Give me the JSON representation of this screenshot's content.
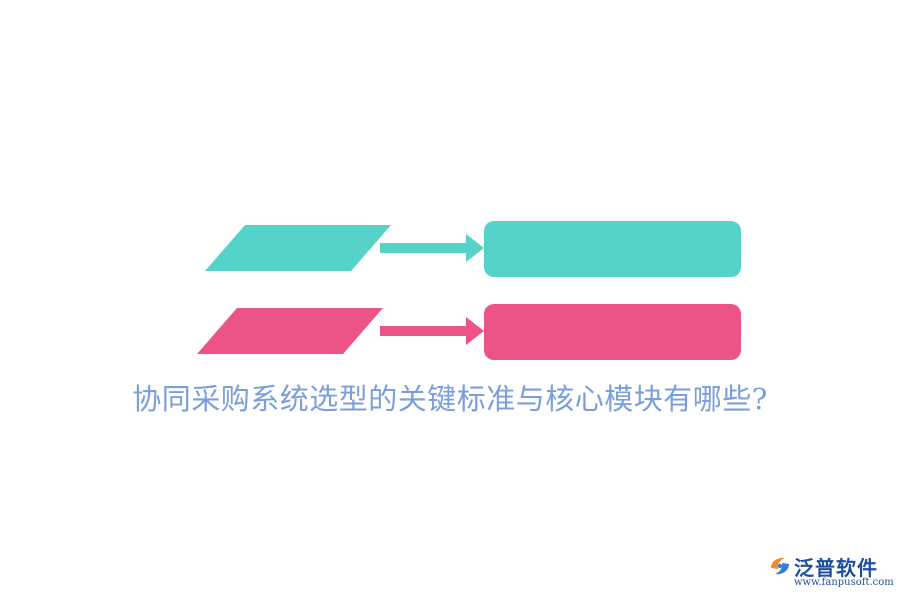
{
  "title": "协同采购系统选型的关键标准与核心模块有哪些?",
  "colors": {
    "teal": "#56d3c8",
    "pink": "#ec5387",
    "title": "#7a9fdc",
    "logo_orange": "#f08a2c",
    "logo_blue": "#3a7bd5",
    "logo_text": "#1f4fa0"
  },
  "rows": [
    {
      "color": "teal",
      "parallelogram_label": "",
      "box_label": ""
    },
    {
      "color": "pink",
      "parallelogram_label": "",
      "box_label": ""
    }
  ],
  "logo": {
    "name": "泛普软件",
    "url": "www.fanpusoft.com",
    "icon": "fanpu-logo-icon"
  }
}
